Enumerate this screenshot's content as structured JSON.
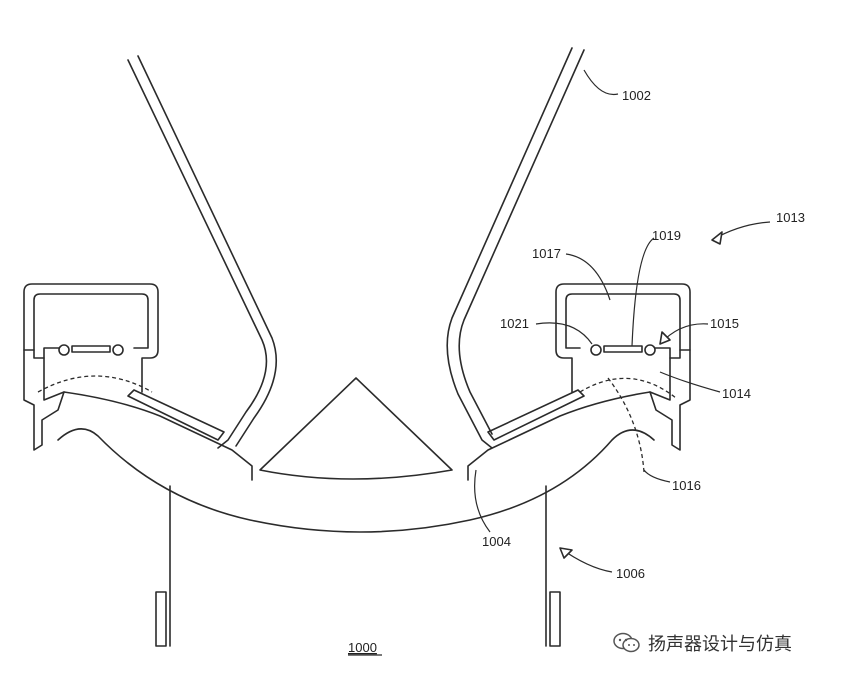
{
  "labels": {
    "l1002": "1002",
    "l1013": "1013",
    "l1017": "1017",
    "l1019": "1019",
    "l1021": "1021",
    "l1015": "1015",
    "l1014": "1014",
    "l1016": "1016",
    "l1004": "1004",
    "l1006": "1006",
    "l1000": "1000"
  },
  "watermark": {
    "text": "扬声器设计与仿真",
    "icon": "wechat-icon"
  },
  "colors": {
    "line": "#2b2b2b",
    "background": "#ffffff"
  }
}
